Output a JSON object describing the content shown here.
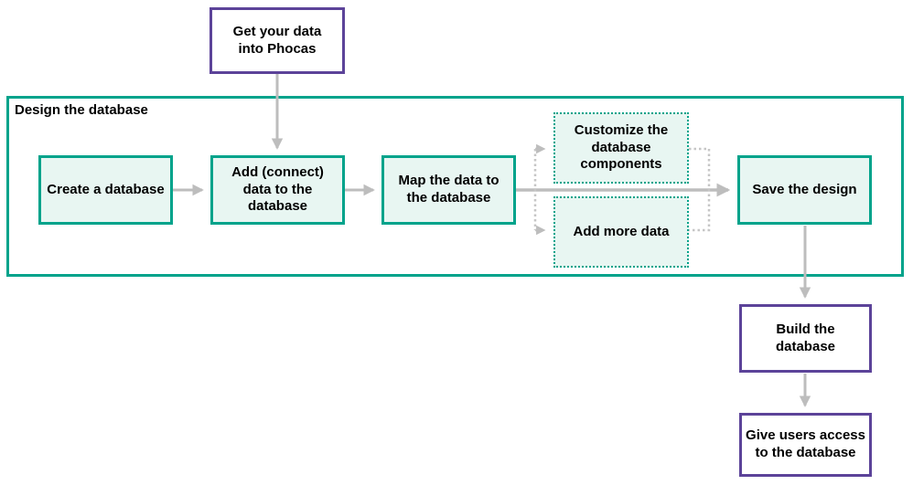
{
  "diagram": {
    "group_title": "Design the database",
    "nodes": {
      "get_data": {
        "label": "Get your data\ninto Phocas",
        "style": "purple-solid"
      },
      "create_db": {
        "label": "Create a database",
        "style": "teal-solid"
      },
      "add_data": {
        "label": "Add (connect)\ndata to the\ndatabase",
        "style": "teal-solid"
      },
      "map_data": {
        "label": "Map the data to\nthe database",
        "style": "teal-solid"
      },
      "customize": {
        "label": "Customize the\ndatabase\ncomponents",
        "style": "teal-dotted-optional"
      },
      "add_more": {
        "label": "Add more data",
        "style": "teal-dotted-optional"
      },
      "save": {
        "label": "Save the design",
        "style": "teal-solid"
      },
      "build": {
        "label": "Build the\ndatabase",
        "style": "purple-solid"
      },
      "access": {
        "label": "Give users access\nto the database",
        "style": "purple-solid"
      }
    },
    "edges": [
      {
        "from": "get_data",
        "to": "add_data",
        "style": "solid"
      },
      {
        "from": "create_db",
        "to": "add_data",
        "style": "solid"
      },
      {
        "from": "add_data",
        "to": "map_data",
        "style": "solid"
      },
      {
        "from": "map_data",
        "to": "save",
        "style": "solid"
      },
      {
        "from": "map_data",
        "to": "customize",
        "style": "dashed"
      },
      {
        "from": "map_data",
        "to": "add_more",
        "style": "dashed"
      },
      {
        "from": "customize",
        "to": "save",
        "style": "dashed"
      },
      {
        "from": "add_more",
        "to": "save",
        "style": "dashed"
      },
      {
        "from": "save",
        "to": "build",
        "style": "solid"
      },
      {
        "from": "build",
        "to": "access",
        "style": "solid"
      }
    ],
    "colors": {
      "teal": "#00A38B",
      "mint": "#E8F6F2",
      "purple": "#5C4399",
      "arrow": "#BDBDBD",
      "arrow-dashed": "#C6C6C6",
      "text": "#000000"
    }
  }
}
